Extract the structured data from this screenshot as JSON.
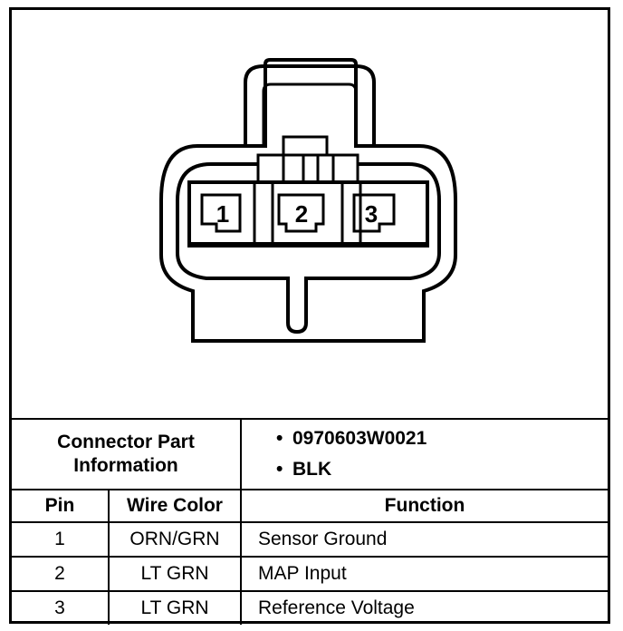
{
  "connector": {
    "pins": [
      "1",
      "2",
      "3"
    ]
  },
  "part_info": {
    "label": "Connector Part Information",
    "items": [
      "0970603W0021",
      "BLK"
    ]
  },
  "table": {
    "headers": {
      "pin": "Pin",
      "wire_color": "Wire Color",
      "function": "Function"
    },
    "rows": [
      {
        "pin": "1",
        "wire_color": "ORN/GRN",
        "function": "Sensor Ground"
      },
      {
        "pin": "2",
        "wire_color": "LT GRN",
        "function": "MAP Input"
      },
      {
        "pin": "3",
        "wire_color": "LT GRN",
        "function": "Reference Voltage"
      }
    ]
  }
}
